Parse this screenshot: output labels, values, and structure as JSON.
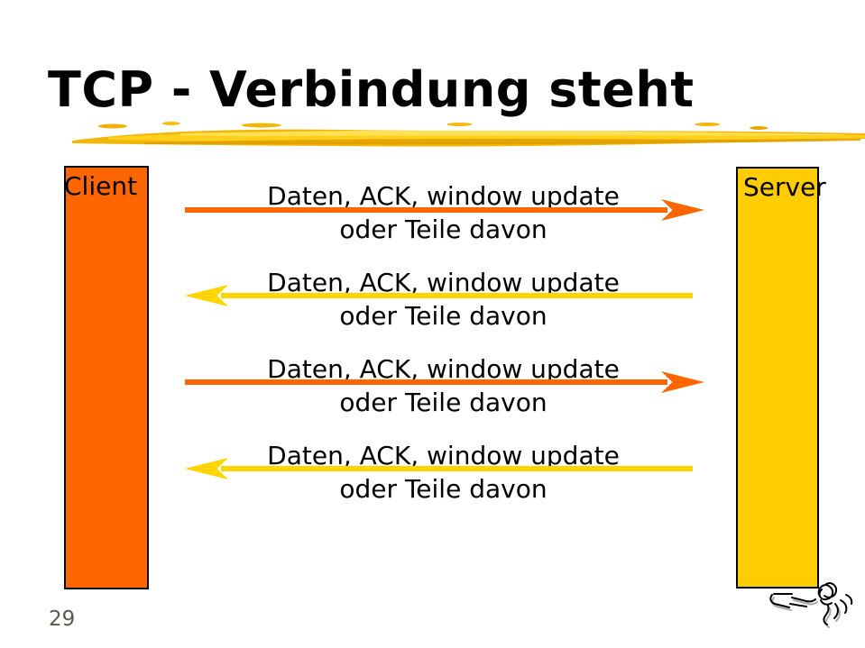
{
  "slide": {
    "title": "TCP - Verbindung steht",
    "page_number": "29"
  },
  "nodes": {
    "client_label": "Client",
    "server_label": "Server"
  },
  "messages": [
    {
      "line1": "Daten, ACK, window update",
      "line2": "oder Teile davon",
      "direction": "right"
    },
    {
      "line1": "Daten, ACK, window update",
      "line2": "oder Teile davon",
      "direction": "left"
    },
    {
      "line1": "Daten, ACK, window update",
      "line2": "oder Teile davon",
      "direction": "right"
    },
    {
      "line1": "Daten, ACK, window update",
      "line2": "oder Teile davon",
      "direction": "left"
    }
  ],
  "colors": {
    "client_fill": "#FF6600",
    "server_fill": "#FFCC00",
    "arrow_right": "#FF6600",
    "arrow_left": "#FFD400",
    "brush_gold": "#F2B705",
    "text": "#000000",
    "page_number": "#5C574D"
  },
  "icons": {
    "bottom_right": "writing-hand-quill-icon"
  }
}
